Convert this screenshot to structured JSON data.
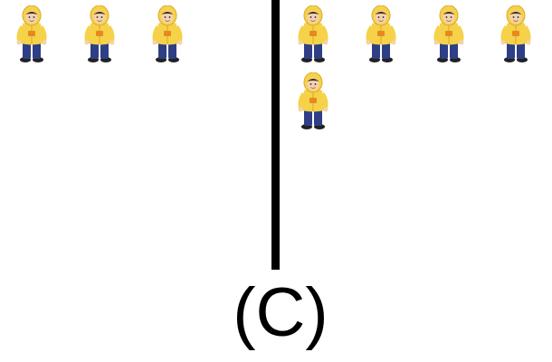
{
  "option_label": "(C)",
  "left_group": {
    "count": 3,
    "icon": "child-in-yellow-raincoat-icon"
  },
  "right_group": {
    "count": 5,
    "icon": "child-in-yellow-raincoat-icon"
  },
  "colors": {
    "raincoat": "#f5d24a",
    "raincoat_shadow": "#d9a92a",
    "pocket": "#e8891e",
    "pants": "#2e3f86",
    "shoes": "#222222",
    "skin": "#f3d2b0",
    "divider": "#000000"
  }
}
